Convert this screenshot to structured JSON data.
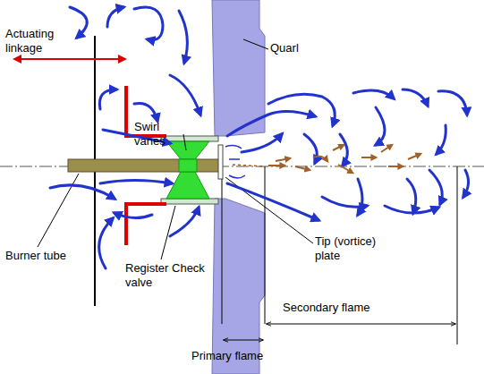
{
  "diagram": {
    "labels": [
      "Actuating linkage",
      "Swirl vanes",
      "Quarl",
      "Burner tube",
      "Register Check valve",
      "Tip (vortice) plate",
      "Secondary flame",
      "Primary flame"
    ]
  }
}
